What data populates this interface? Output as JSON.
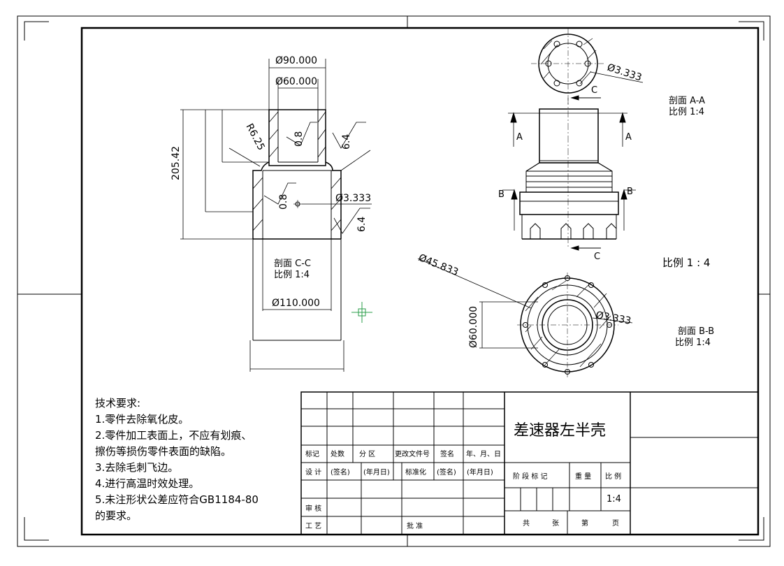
{
  "views": {
    "section_cc": {
      "title": "剖面 C-C",
      "scale": "比例 1:4",
      "dims": {
        "d90": "Ø90.000",
        "d60": "Ø60.000",
        "radius": "R6.25",
        "height": "205.42",
        "rough_in": "0.8",
        "rough_out": "6.4",
        "rough_in2": "0.8",
        "rough_out2": "6.4",
        "hole": "Ø3.333",
        "d110": "Ø110.000"
      }
    },
    "top_view": {
      "hole": "Ø3.333",
      "cut_c": "C"
    },
    "front_view": {
      "title": "剖面 A-A",
      "scale": "比例 1:4",
      "a_left": "A",
      "a_right": "A",
      "b_left": "B",
      "b_right": "B",
      "cut_c": "C"
    },
    "overall_scale": "比例 1 : 4",
    "bottom_view": {
      "title": "剖面 B-B",
      "scale": "比例 1:4",
      "d45": "Ø45.833",
      "d60": "Ø60.000",
      "hole": "Ø3.333"
    }
  },
  "requirements": {
    "heading": "技术要求:",
    "items": [
      "1.零件去除氧化皮。",
      "2.零件加工表面上，不应有划痕、",
      "擦伤等损伤零件表面的缺陷。",
      "3.去除毛刺飞边。",
      "4.进行高温时效处理。",
      "5.未注形状公差应符合GB1184-80",
      "的要求。"
    ]
  },
  "title_block": {
    "part_name": "差速器左半壳",
    "rev_headers": [
      "标记",
      "处数",
      "分 区",
      "更改文件号",
      "签名",
      "年、月、日"
    ],
    "sign_row": [
      "设 计",
      "(签名)",
      "(年月日)",
      "标准化",
      "(签名)",
      "(年月日)"
    ],
    "review": "审 核",
    "process": "工 艺",
    "approve": "批 准",
    "stage_headers": [
      "阶 段 标 记",
      "重 量",
      "比 例"
    ],
    "scale_value": "1:4",
    "sheet_row": [
      "共",
      "张",
      "第",
      "页"
    ]
  }
}
